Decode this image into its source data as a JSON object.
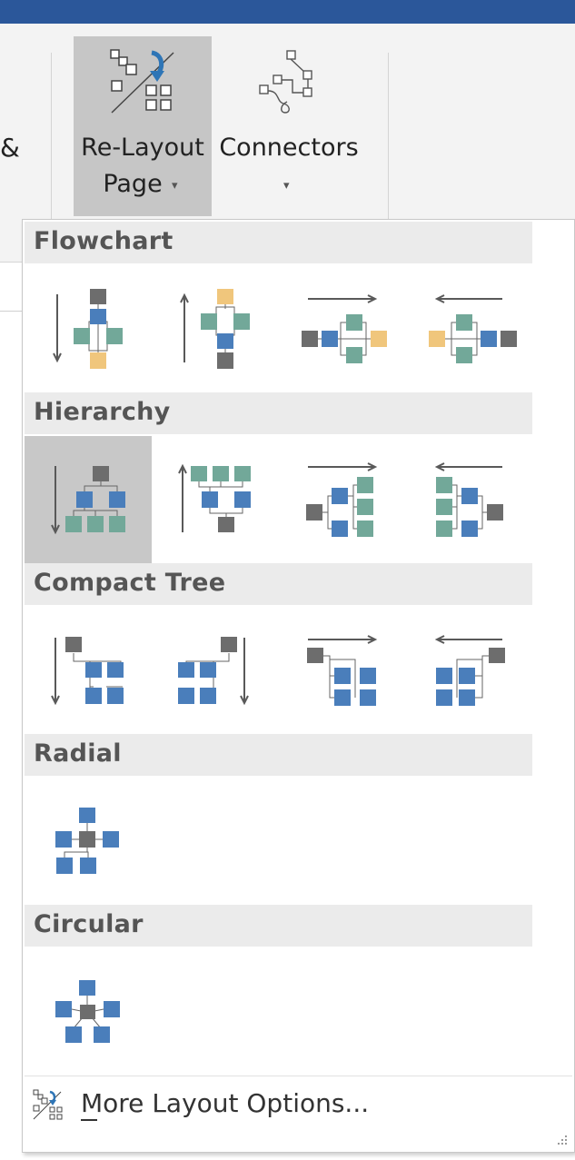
{
  "window": {
    "title_bar_color": "#2b579a"
  },
  "ribbon": {
    "partial_label": "&",
    "relayout": {
      "label_line1": "Re-Layout",
      "label_line2": "Page",
      "icon": "relayout-page-icon",
      "state": "pressed"
    },
    "connectors": {
      "label": "Connectors",
      "icon": "connectors-icon"
    }
  },
  "gallery": {
    "sections": [
      {
        "title": "Flowchart",
        "items": [
          "Top to Bottom",
          "Bottom to Top",
          "Left to Right",
          "Right to Left"
        ]
      },
      {
        "title": "Hierarchy",
        "items": [
          "Top to Bottom",
          "Bottom to Top",
          "Left to Right",
          "Right to Left"
        ],
        "selected_index": 0
      },
      {
        "title": "Compact Tree",
        "items": [
          "Down then Right",
          "Down then Left",
          "Right then Down",
          "Left then Down"
        ]
      },
      {
        "title": "Radial",
        "items": [
          "Radial"
        ]
      },
      {
        "title": "Circular",
        "items": [
          "Circular"
        ]
      }
    ],
    "more_options": {
      "label": "More Layout Options...",
      "mnemonic": "M"
    }
  },
  "colors": {
    "blue": "#4a7ebb",
    "teal": "#72a899",
    "gray": "#6d6d6d",
    "orange": "#f0c67c",
    "line": "#666666",
    "arrow": "#595959"
  }
}
